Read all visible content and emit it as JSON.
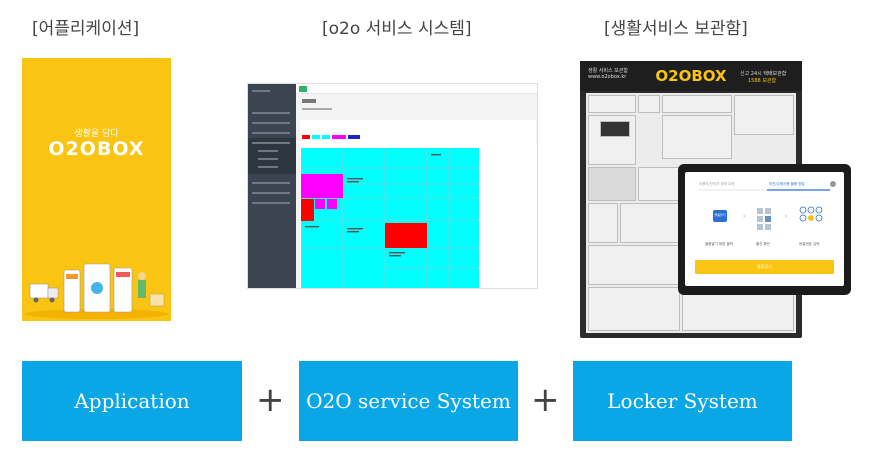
{
  "headings": {
    "app": "[어플리케이션]",
    "o2o": "[o2o 서비스 시스템]",
    "locker": "[생활서비스 보관함]"
  },
  "phone": {
    "tagline": "생활을 담다",
    "logo": "O2OBOX"
  },
  "locker": {
    "header_left_line1": "생활 서비스 보관함",
    "header_left_line2": "www.o2obox.kr",
    "brand": "O2OBOX",
    "header_right_line1": "신고 24시 택배보관함",
    "header_right_line2": "1588 보관함",
    "tablet": {
      "tab1": "이용자/관리자 정보 요청",
      "tab2": "보관/수령자용 물품 방법",
      "step1_btn": "물품맡기",
      "step1": "물품맡기 버튼 클릭",
      "step2": "물건 확인",
      "step3": "비밀번호 입력",
      "action": "물품맡기"
    }
  },
  "labels": {
    "app": "Application",
    "o2o": "O2O service System",
    "locker": "Locker System",
    "plus1": "+",
    "plus2": "+"
  },
  "colors": {
    "accent_blue": "#0aa7e6",
    "brand_yellow": "#f9c412",
    "grid_cyan": "#00ffff",
    "grid_magenta": "#ff00ff",
    "grid_red": "#ff0000"
  }
}
